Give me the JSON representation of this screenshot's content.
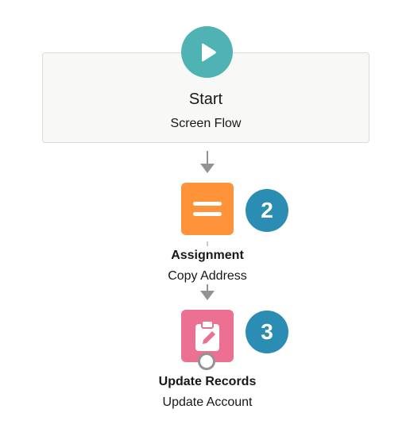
{
  "start": {
    "title": "Start",
    "subtitle": "Screen Flow",
    "icon": "play-icon",
    "color": "#4fb2b3"
  },
  "assignment": {
    "title": "Assignment",
    "subtitle": "Copy Address",
    "badge": "2",
    "icon": "equals-icon",
    "color": "#fe9339"
  },
  "update_records": {
    "title": "Update Records",
    "subtitle": "Update Account",
    "badge": "3",
    "icon": "clipboard-edit-icon",
    "color": "#eb7092"
  },
  "badge_color": "#2b8db3"
}
